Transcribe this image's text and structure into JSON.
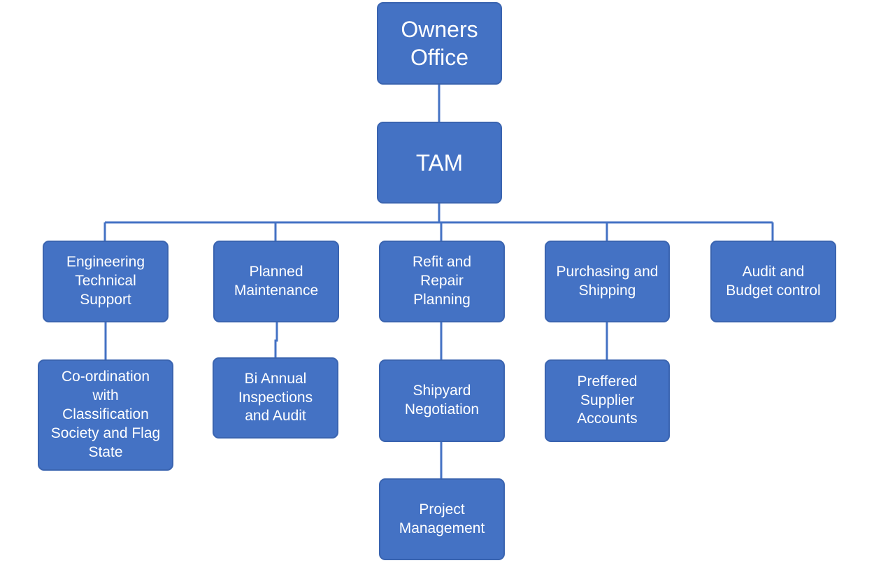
{
  "diagram": {
    "line_color": "#4472c4",
    "node_color": "#4472c4",
    "text_color": "#ffffff",
    "nodes": {
      "owners_office": "Owners\nOffice",
      "tam": "TAM",
      "engineering": "Engineering\nTechnical\nSupport",
      "planned_maintenance": "Planned\nMaintenance",
      "refit_repair": "Refit and\nRepair\nPlanning",
      "purchasing_shipping": "Purchasing and\nShipping",
      "audit_budget": "Audit and\nBudget control",
      "coordination": "Co-ordination\nwith\nClassification\nSociety and Flag\nState",
      "bi_annual": "Bi Annual\nInspections\nand Audit",
      "shipyard": "Shipyard\nNegotiation",
      "project_management": "Project\nManagement",
      "preferred_supplier": "Preffered\nSupplier\nAccounts"
    }
  }
}
